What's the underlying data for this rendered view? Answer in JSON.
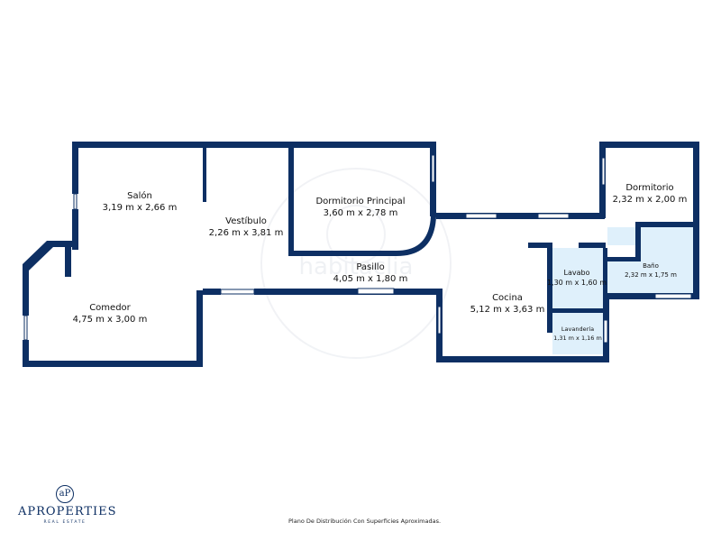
{
  "rooms": {
    "salon": {
      "name": "Salón",
      "size": "3,19 m x 2,66 m"
    },
    "comedor": {
      "name": "Comedor",
      "size": "4,75 m x 3,00 m"
    },
    "vestibulo": {
      "name": "Vestíbulo",
      "size": "2,26 m x 3,81 m"
    },
    "dormitorio_principal": {
      "name": "Dormitorio Principal",
      "size": "3,60 m x 2,78 m"
    },
    "pasillo": {
      "name": "Pasillo",
      "size": "4,05 m x 1,80 m"
    },
    "cocina": {
      "name": "Cocina",
      "size": "5,12 m x 3,63 m"
    },
    "dormitorio": {
      "name": "Dormitorio",
      "size": "2,32 m x 2,00 m"
    },
    "lavabo": {
      "name": "Lavabo",
      "size": "1,30 m x 1,60 m"
    },
    "bano": {
      "name": "Baño",
      "size": "2,32 m x 1,75 m"
    },
    "lavanderia": {
      "name": "Lavandería",
      "size": "1,31 m x 1,16 m"
    }
  },
  "watermark": {
    "text": "habitaclia"
  },
  "logo": {
    "mark": "aP",
    "name": "APROPERTIES",
    "subtitle": "REAL ESTATE"
  },
  "footnote": "Plano De Distribución Con Superficies Aproximadas.",
  "colors": {
    "wall": "#0d2f63",
    "wet_room_fill": "#dff0fb",
    "background": "#ffffff"
  }
}
